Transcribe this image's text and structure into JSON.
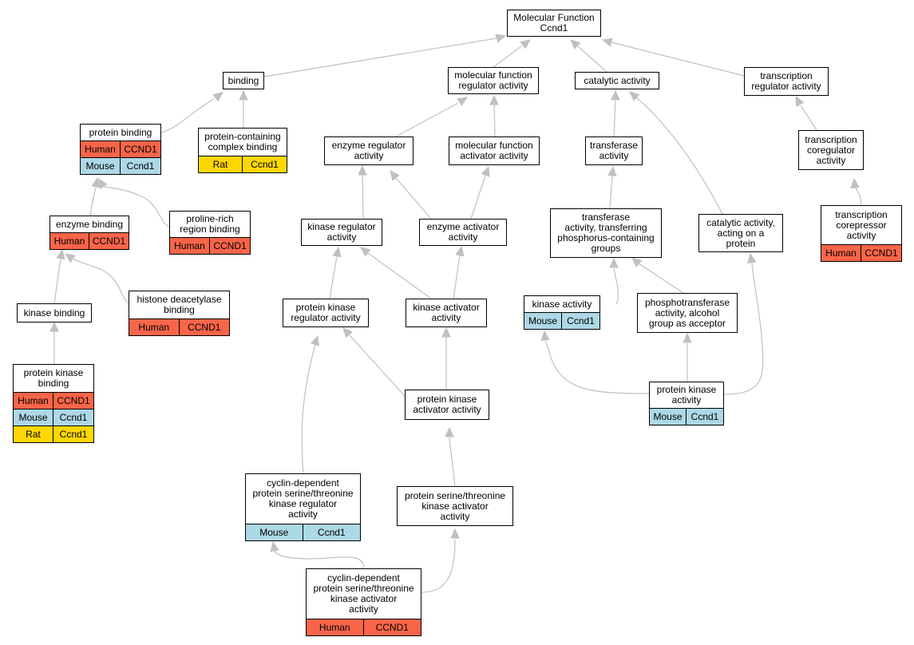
{
  "colors": {
    "Human": "#f96549",
    "Mouse": "#add8e6",
    "Rat": "#ffd700",
    "edge": "#c0c0c0"
  },
  "nodes": [
    {
      "id": "mf",
      "label": [
        "Molecular Function",
        "Ccnd1"
      ],
      "rows": []
    },
    {
      "id": "binding",
      "label": [
        "binding"
      ],
      "rows": []
    },
    {
      "id": "mfra",
      "label": [
        "molecular function",
        "regulator activity"
      ],
      "rows": []
    },
    {
      "id": "cat",
      "label": [
        "catalytic activity"
      ],
      "rows": []
    },
    {
      "id": "tra",
      "label": [
        "transcription",
        "regulator activity"
      ],
      "rows": []
    },
    {
      "id": "pb",
      "label": [
        "protein binding"
      ],
      "rows": [
        [
          "Human",
          "CCND1"
        ],
        [
          "Mouse",
          "Ccnd1"
        ]
      ]
    },
    {
      "id": "pccb",
      "label": [
        "protein-containing",
        "complex binding"
      ],
      "rows": [
        [
          "Rat",
          "Ccnd1"
        ]
      ]
    },
    {
      "id": "era",
      "label": [
        "enzyme regulator",
        "activity"
      ],
      "rows": []
    },
    {
      "id": "mfaa",
      "label": [
        "molecular function",
        "activator activity"
      ],
      "rows": []
    },
    {
      "id": "trans",
      "label": [
        "transferase",
        "activity"
      ],
      "rows": []
    },
    {
      "id": "tcra",
      "label": [
        "transcription",
        "coregulator",
        "activity"
      ],
      "rows": []
    },
    {
      "id": "eb",
      "label": [
        "enzyme binding"
      ],
      "rows": [
        [
          "Human",
          "CCND1"
        ]
      ]
    },
    {
      "id": "prrb",
      "label": [
        "proline-rich",
        "region binding"
      ],
      "rows": [
        [
          "Human",
          "CCND1"
        ]
      ]
    },
    {
      "id": "kra",
      "label": [
        "kinase regulator",
        "activity"
      ],
      "rows": []
    },
    {
      "id": "eaa",
      "label": [
        "enzyme activator",
        "activity"
      ],
      "rows": []
    },
    {
      "id": "ttpg",
      "label": [
        "transferase",
        "activity, transferring",
        "phosphorus-containing",
        "groups"
      ],
      "rows": []
    },
    {
      "id": "caap",
      "label": [
        "catalytic activity,",
        "acting on a",
        "protein"
      ],
      "rows": []
    },
    {
      "id": "tcorep",
      "label": [
        "transcription",
        "corepressor",
        "activity"
      ],
      "rows": [
        [
          "Human",
          "CCND1"
        ]
      ]
    },
    {
      "id": "kb",
      "label": [
        "kinase binding"
      ],
      "rows": []
    },
    {
      "id": "hdb",
      "label": [
        "histone deacetylase",
        "binding"
      ],
      "rows": [
        [
          "Human",
          "CCND1"
        ]
      ]
    },
    {
      "id": "pkra",
      "label": [
        "protein kinase",
        "regulator activity"
      ],
      "rows": []
    },
    {
      "id": "kaa",
      "label": [
        "kinase activator",
        "activity"
      ],
      "rows": []
    },
    {
      "id": "ka",
      "label": [
        "kinase activity"
      ],
      "rows": [
        [
          "Mouse",
          "Ccnd1"
        ]
      ]
    },
    {
      "id": "ptaa",
      "label": [
        "phosphotransferase",
        "activity, alcohol",
        "group as acceptor"
      ],
      "rows": []
    },
    {
      "id": "pkb",
      "label": [
        "protein kinase",
        "binding"
      ],
      "rows": [
        [
          "Human",
          "CCND1"
        ],
        [
          "Mouse",
          "Ccnd1"
        ],
        [
          "Rat",
          "Ccnd1"
        ]
      ]
    },
    {
      "id": "pkaa",
      "label": [
        "protein kinase",
        "activator activity"
      ],
      "rows": []
    },
    {
      "id": "pka",
      "label": [
        "protein kinase",
        "activity"
      ],
      "rows": [
        [
          "Mouse",
          "Ccnd1"
        ]
      ]
    },
    {
      "id": "cdpkra",
      "label": [
        "cyclin-dependent",
        "protein serine/threonine",
        "kinase regulator",
        "activity"
      ],
      "rows": [
        [
          "Mouse",
          "Ccnd1"
        ]
      ]
    },
    {
      "id": "pstkaa",
      "label": [
        "protein serine/threonine",
        "kinase activator",
        "activity"
      ],
      "rows": []
    },
    {
      "id": "cdpkaa",
      "label": [
        "cyclin-dependent",
        "protein serine/threonine",
        "kinase activator",
        "activity"
      ],
      "rows": [
        [
          "Human",
          "CCND1"
        ]
      ]
    }
  ]
}
